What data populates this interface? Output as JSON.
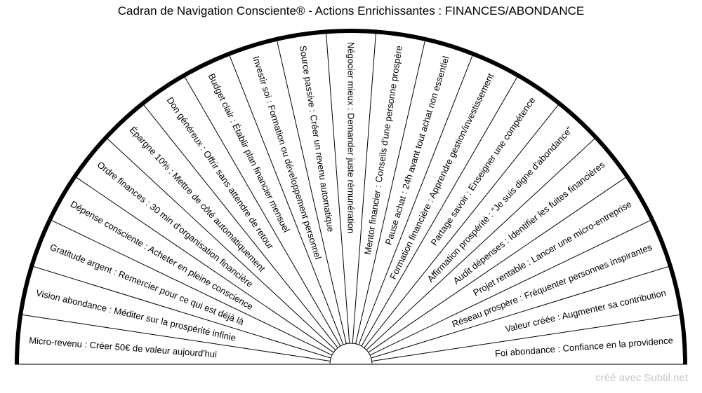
{
  "title": "Cadran de Navigation Consciente® - Actions Enrichissantes : FINANCES/ABONDANCE",
  "credit": "créé avec Subtil.net",
  "sectors": [
    "Micro-revenu : Créer 50€ de valeur aujourd'hui",
    "Vision abondance : Méditer sur la prospérité infinie",
    "Gratitude argent : Remercier pour ce qui est déjà là",
    "Dépense consciente : Acheter en pleine conscience",
    "Ordre finances : 30 min d'organisation financière",
    "Épargne 10% : Mettre de côté automatiquement",
    "Don généreux : Offrir sans attendre de retour",
    "Budget clair : Établir plan financier mensuel",
    "Investir soi : Formation ou développement personnel",
    "Source passive : Créer un revenu automatique",
    "Négocier mieux : Demander juste rémunération",
    "Mentor financier : Conseils d'une personne prospère",
    "Pause achat : 24h avant tout achat non essentiel",
    "Formation financière : Apprendre gestion/investissement",
    "Partage savoir : Enseigner une compétence",
    "Affirmation prospérité : \"Je suis digne d'abondance\"",
    "Audit dépenses : Identifier les fuites financières",
    "Projet rentable : Lancer une micro-entreprise",
    "Réseau prospère : Fréquenter personnes inspirantes",
    "Valeur créée : Augmenter sa contribution",
    "Foi abondance : Confiance en la providence"
  ]
}
